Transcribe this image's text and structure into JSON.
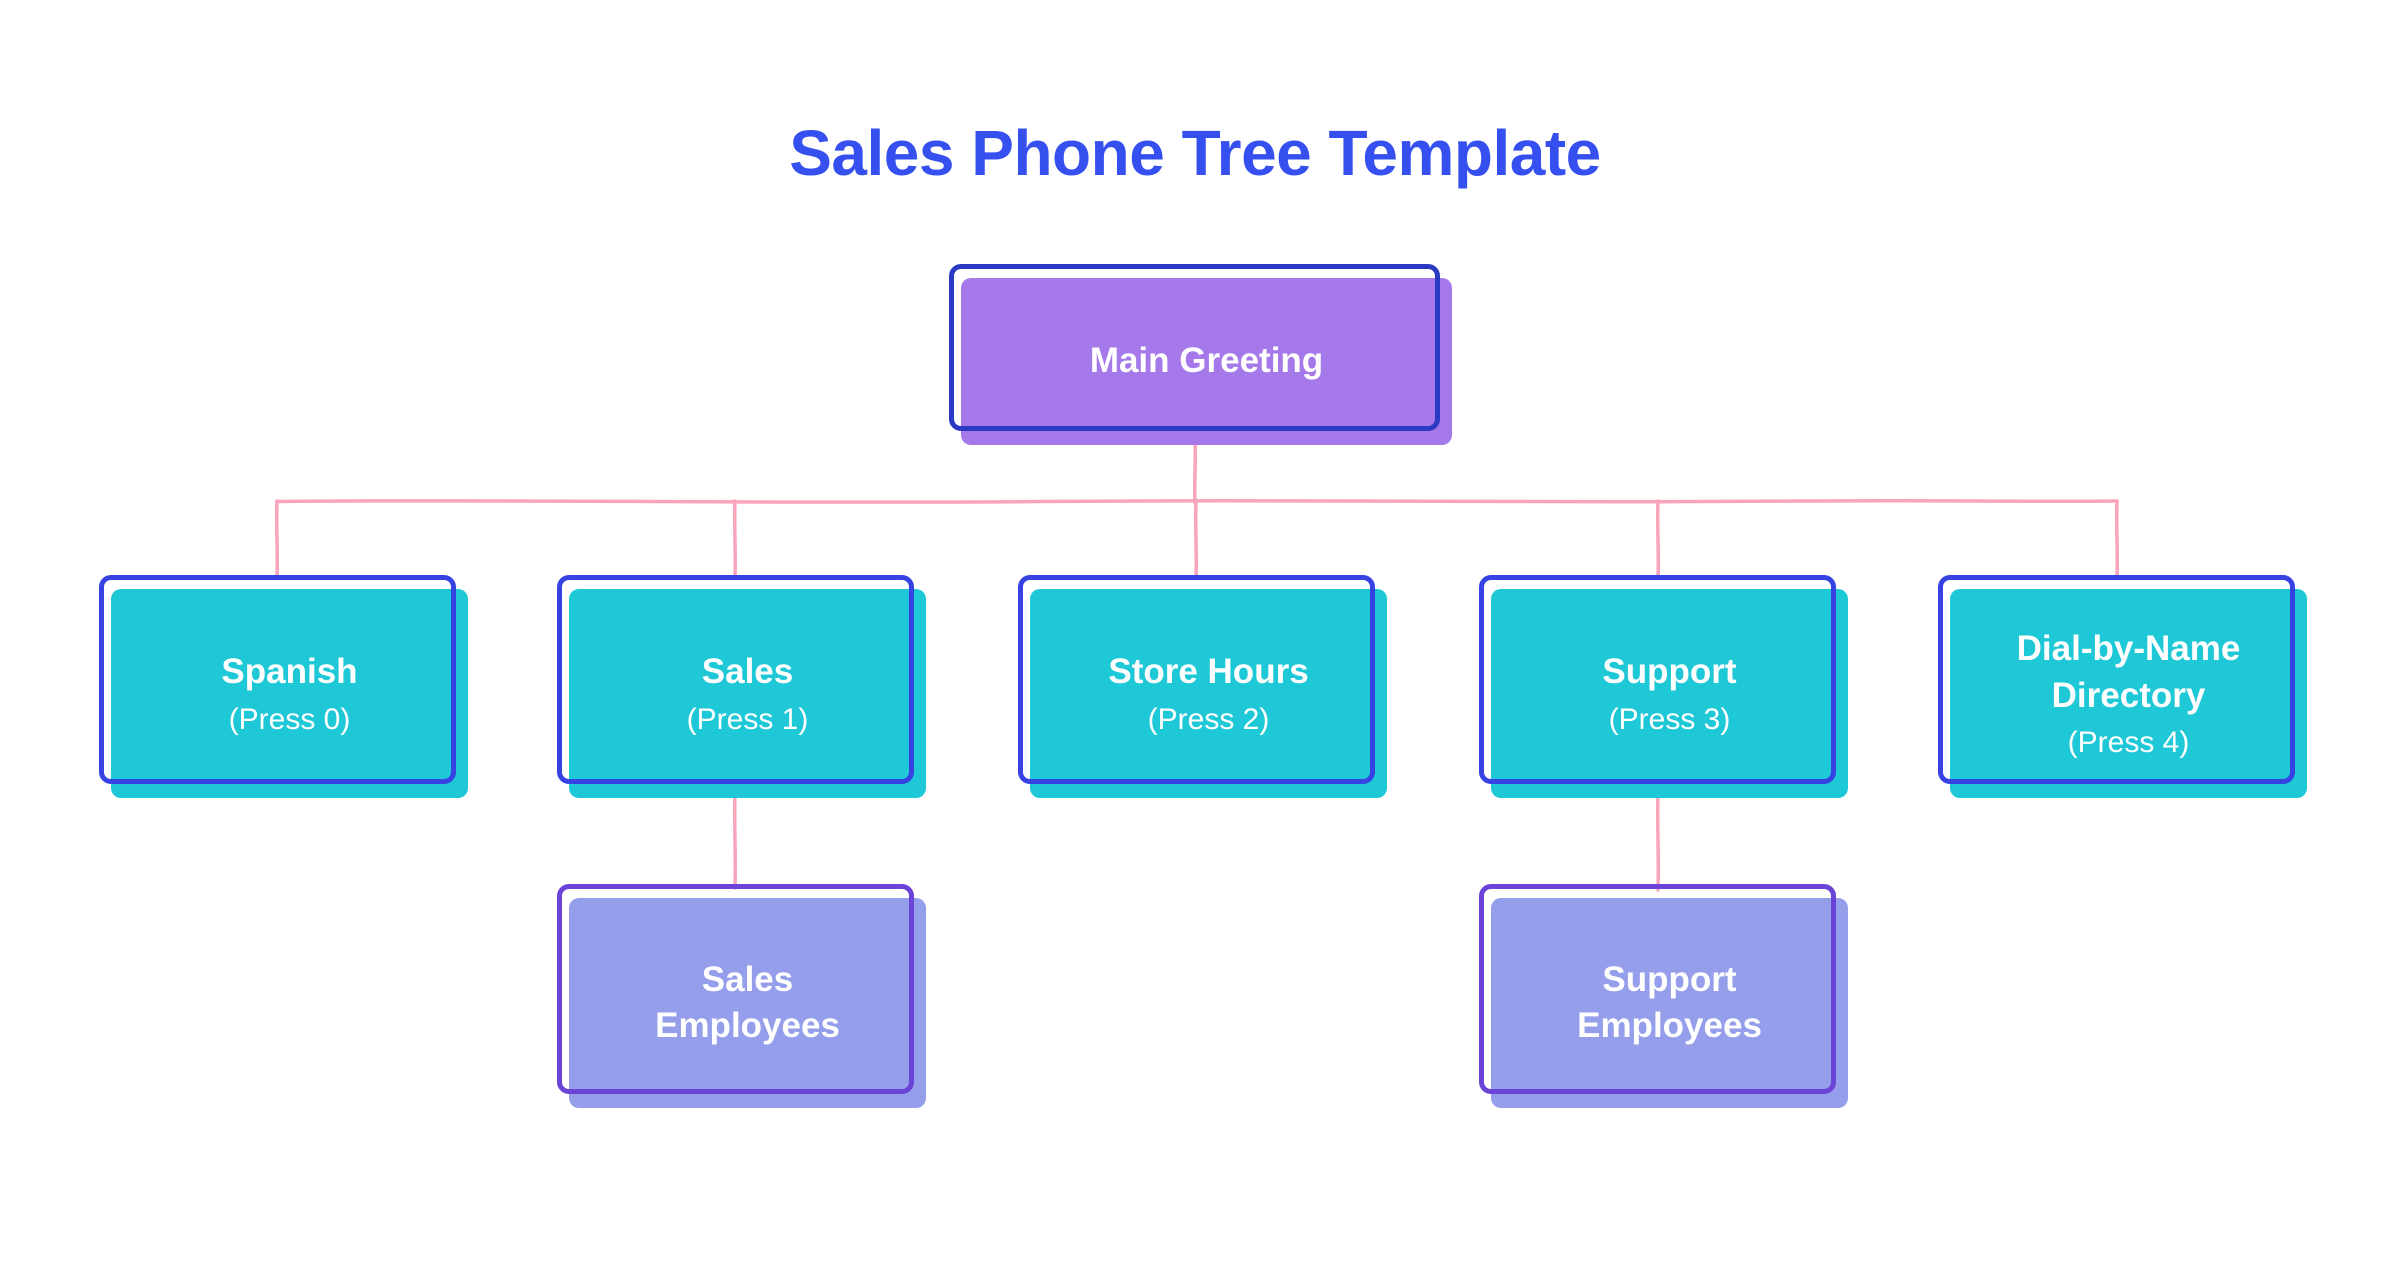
{
  "title": "Sales Phone Tree Template",
  "colors": {
    "background": "#FFFFFF",
    "title_blue": "#3650F0",
    "root_fill": "#A679EA",
    "root_outline": "#2A3AC2",
    "option_fill": "#1FC8D6",
    "option_outline": "#3742E2",
    "sub_fill": "#949EEA",
    "sub_outline": "#6B43D6",
    "connector_pink": "#F8A5BC",
    "text_white": "#FFFFFF"
  },
  "tree": {
    "root": {
      "label": "Main Greeting"
    },
    "options": [
      {
        "label": "Spanish",
        "sublabel": "(Press 0)"
      },
      {
        "label": "Sales",
        "sublabel": "(Press 1)"
      },
      {
        "label": "Store Hours",
        "sublabel": "(Press 2)"
      },
      {
        "label": "Support",
        "sublabel": "(Press 3)"
      },
      {
        "label": "Dial-by-Name\nDirectory",
        "sublabel": "(Press 4)"
      }
    ],
    "subnodes": [
      {
        "label": "Sales\nEmployees",
        "parent": "Sales"
      },
      {
        "label": "Support\nEmployees",
        "parent": "Support"
      }
    ]
  }
}
